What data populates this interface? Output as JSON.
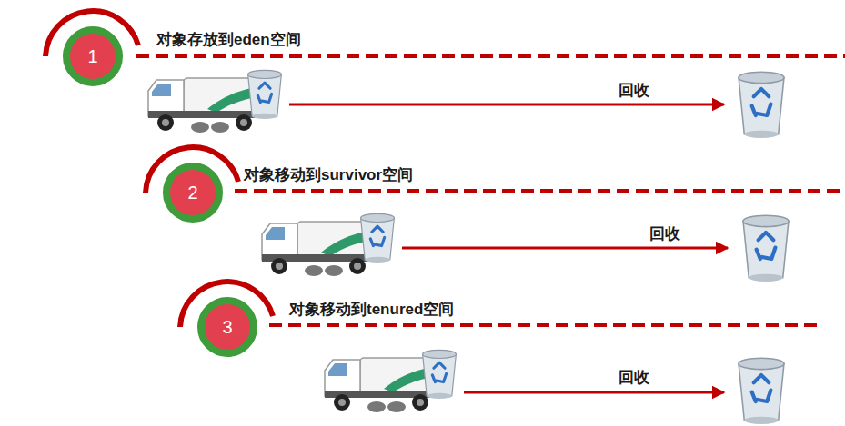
{
  "diagram": {
    "nodes": [
      {
        "text": [
          "1"
        ]
      },
      {
        "text": [
          "2"
        ]
      },
      {
        "text": [
          "3"
        ]
      }
    ],
    "labels": [
      "对象存放到eden空间",
      "回收",
      "对象移动到survivor空间",
      "回收",
      "对象移动到tenured空间",
      "回收"
    ]
  }
}
